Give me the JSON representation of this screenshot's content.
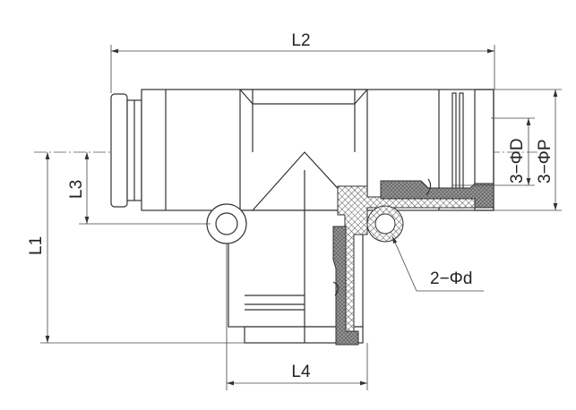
{
  "labels": {
    "L1": "L1",
    "L2": "L2",
    "L3": "L3",
    "L4": "L4",
    "D": "3−ΦD",
    "P": "3−ΦP",
    "d": "2−Φd"
  },
  "colors": {
    "line": "#333333",
    "hatch": "#555555"
  }
}
